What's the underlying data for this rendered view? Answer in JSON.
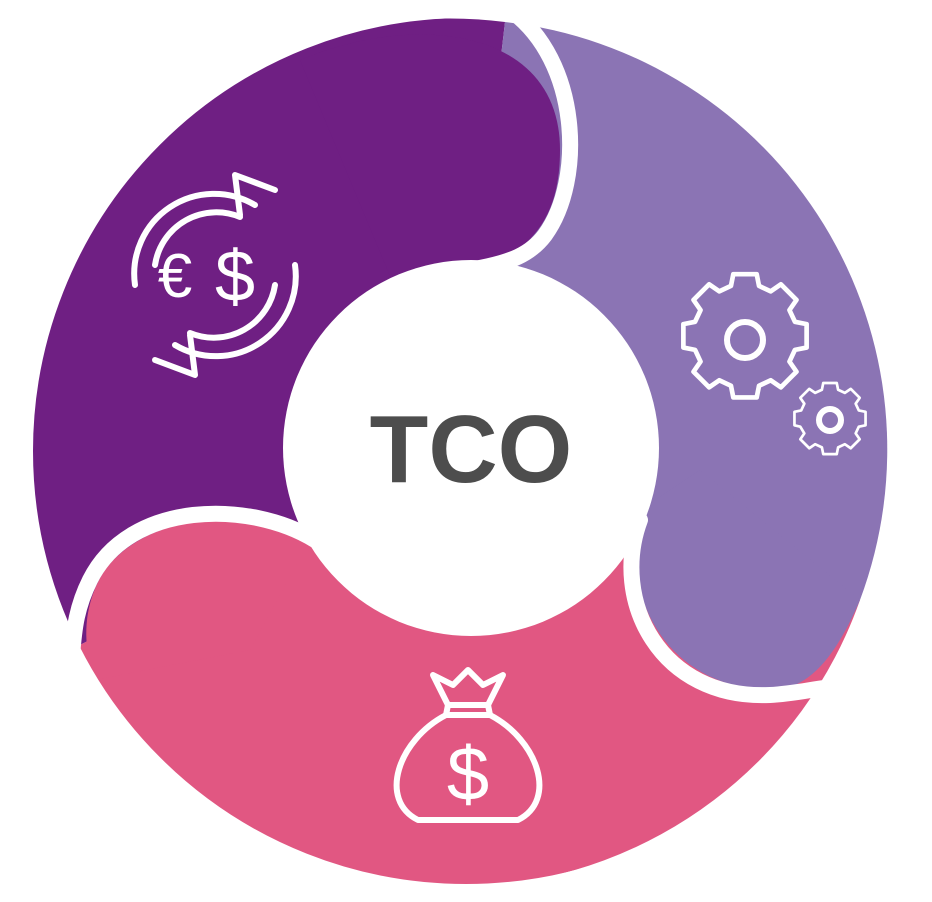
{
  "center": {
    "label": "TCO"
  },
  "segments": [
    {
      "name": "currency-exchange",
      "color": "#6f1f83",
      "icon": "currency-exchange-icon",
      "icon_glyphs": "€$"
    },
    {
      "name": "operations",
      "color": "#8b74b4",
      "icon": "gears-icon"
    },
    {
      "name": "cost",
      "color": "#e15782",
      "icon": "money-bag-icon",
      "icon_glyph": "$"
    }
  ],
  "colors": {
    "center_fill": "#ffffff",
    "center_text": "#4d4d4d",
    "divider": "#ffffff"
  }
}
